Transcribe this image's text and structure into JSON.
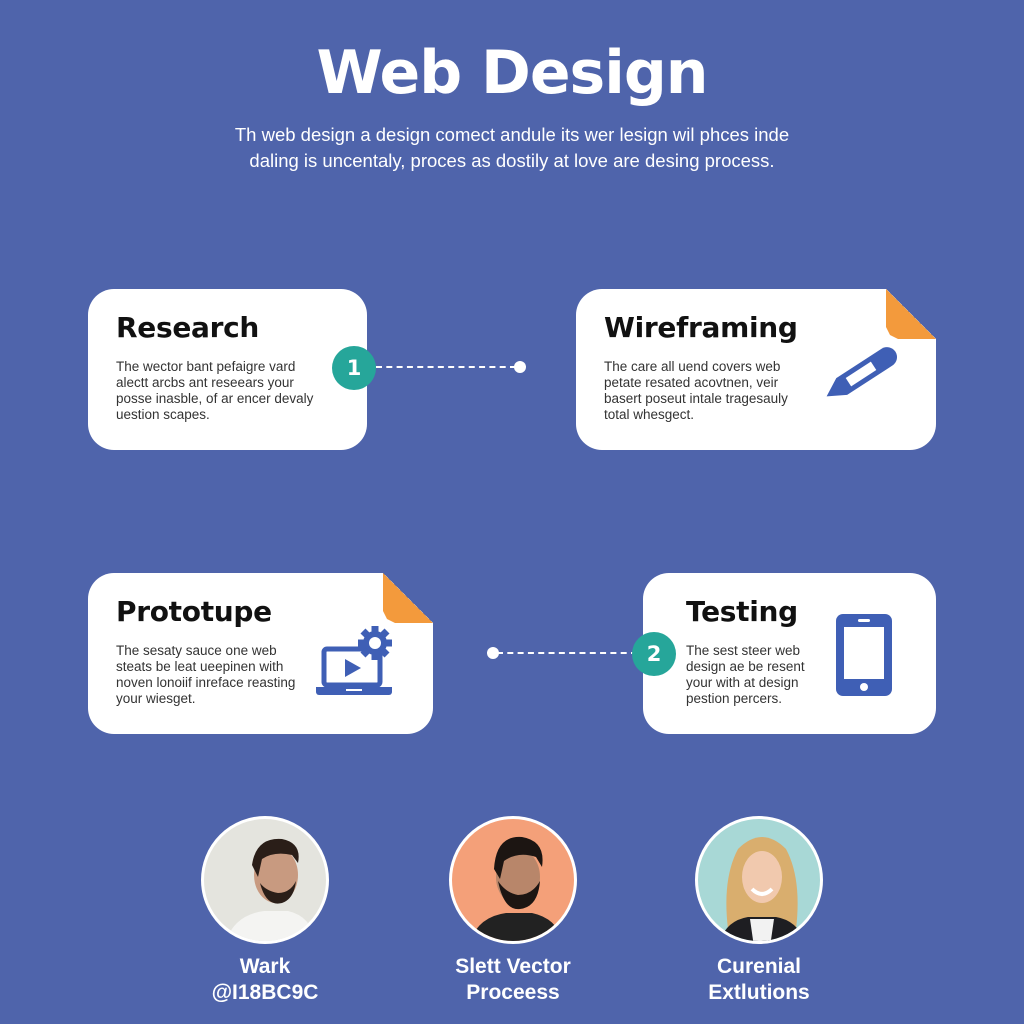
{
  "header": {
    "title": "Web Design",
    "subtitle_line1": "Th web design a design comect andule its wer lesign wil phces inde",
    "subtitle_line2": "daling is uncentaly, proces as dostily at love are desing process."
  },
  "steps": [
    {
      "title": "Research",
      "lines": [
        "The wector bant pefaigre vard",
        "alectt arcbs ant reseears your",
        "posse inasble, of ar encer devaly",
        "uestion scapes."
      ],
      "icon": "none"
    },
    {
      "title": "Wireframing",
      "lines": [
        "The care all uend covers web",
        "petate resated acovtnen, veir",
        "basert poseut intale tragesauly",
        "total whesgect."
      ],
      "icon": "pencil-icon"
    },
    {
      "title": "Prototupe",
      "lines": [
        "The sesaty sauce one web",
        "steats be leat ueepinen with",
        "noven lonoiif inreface reasting",
        "your wiesget."
      ],
      "icon": "laptop-gear-icon"
    },
    {
      "title": "Testing",
      "lines": [
        "The sest steer web",
        "design ae be resent",
        "your with at design",
        "pestion percers."
      ],
      "icon": "smartphone-icon"
    }
  ],
  "badges": [
    "1",
    "2"
  ],
  "people": [
    {
      "line1": "Wark",
      "line2": "@I18BC9C",
      "bg": "#E4E4DE"
    },
    {
      "line1": "Slett Vector",
      "line2": "Proceess",
      "bg": "#F4A079"
    },
    {
      "line1": "Curenial",
      "line2": "Extlutions",
      "bg": "#A8D8D6"
    }
  ],
  "colors": {
    "background": "#4F64AB",
    "accent_teal": "#26A69A",
    "accent_orange": "#F39A3C",
    "icon_blue": "#3F5FB5"
  }
}
